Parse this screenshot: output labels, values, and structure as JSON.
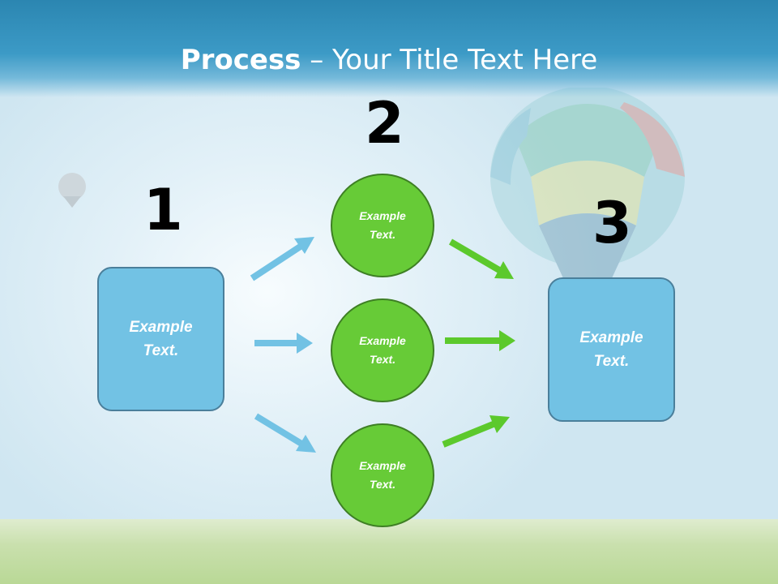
{
  "slide": {
    "title_bold": "Process",
    "title_rest": " – Your Title Text Here"
  },
  "steps": [
    {
      "number": "1",
      "text": "Example Text."
    },
    {
      "number": "2",
      "text": "Example Text."
    },
    {
      "number": "3",
      "text": "Example Text."
    }
  ],
  "middle_nodes": [
    {
      "text": "Example Text."
    },
    {
      "text": "Example Text."
    },
    {
      "text": "Example Text."
    }
  ],
  "colors": {
    "box_fill": "#72c2e4",
    "circle_fill": "#67cb37",
    "blue_arrow": "#72c2e4",
    "green_arrow": "#5cc92c",
    "header": "#2b86b1"
  }
}
